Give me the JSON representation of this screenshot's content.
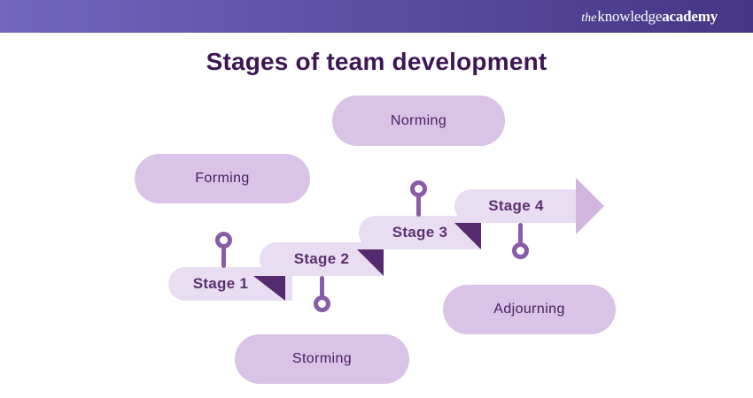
{
  "header": {
    "logo_the": "the",
    "logo_knowledge": "knowledge",
    "logo_academy": "academy"
  },
  "title": "Stages of team development",
  "stages": [
    {
      "label": "Stage 1"
    },
    {
      "label": "Stage 2"
    },
    {
      "label": "Stage 3"
    },
    {
      "label": "Stage 4"
    }
  ],
  "phases": [
    {
      "label": "Forming"
    },
    {
      "label": "Storming"
    },
    {
      "label": "Norming"
    },
    {
      "label": "Adjourning"
    }
  ],
  "colors": {
    "header-left": "#7265c0",
    "header-right": "#453584",
    "title-text": "#3f1556",
    "bar-fill": "#e9ddf1",
    "pill-fill": "#d9c3e6",
    "arrow-fill": "#d2b5de",
    "fold-fill": "#552a6e",
    "pin": "#8a5ca8",
    "stage-text": "#5b3170",
    "phase-text": "#4a2063"
  }
}
